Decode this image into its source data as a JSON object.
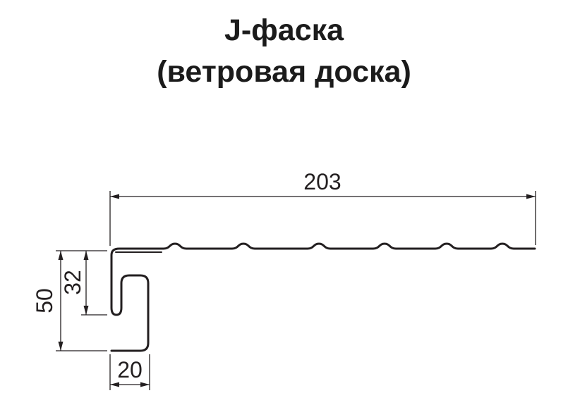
{
  "title": {
    "line1": "J-фаска",
    "line2": "(ветровая доска)"
  },
  "diagram": {
    "dim_width_mm": "203",
    "dim_height_mm": "50",
    "dim_hook_mm": "32",
    "dim_bottom_mm": "20"
  },
  "colors": {
    "line": "#231f20",
    "title": "#1b1b1b",
    "background": "#ffffff"
  }
}
